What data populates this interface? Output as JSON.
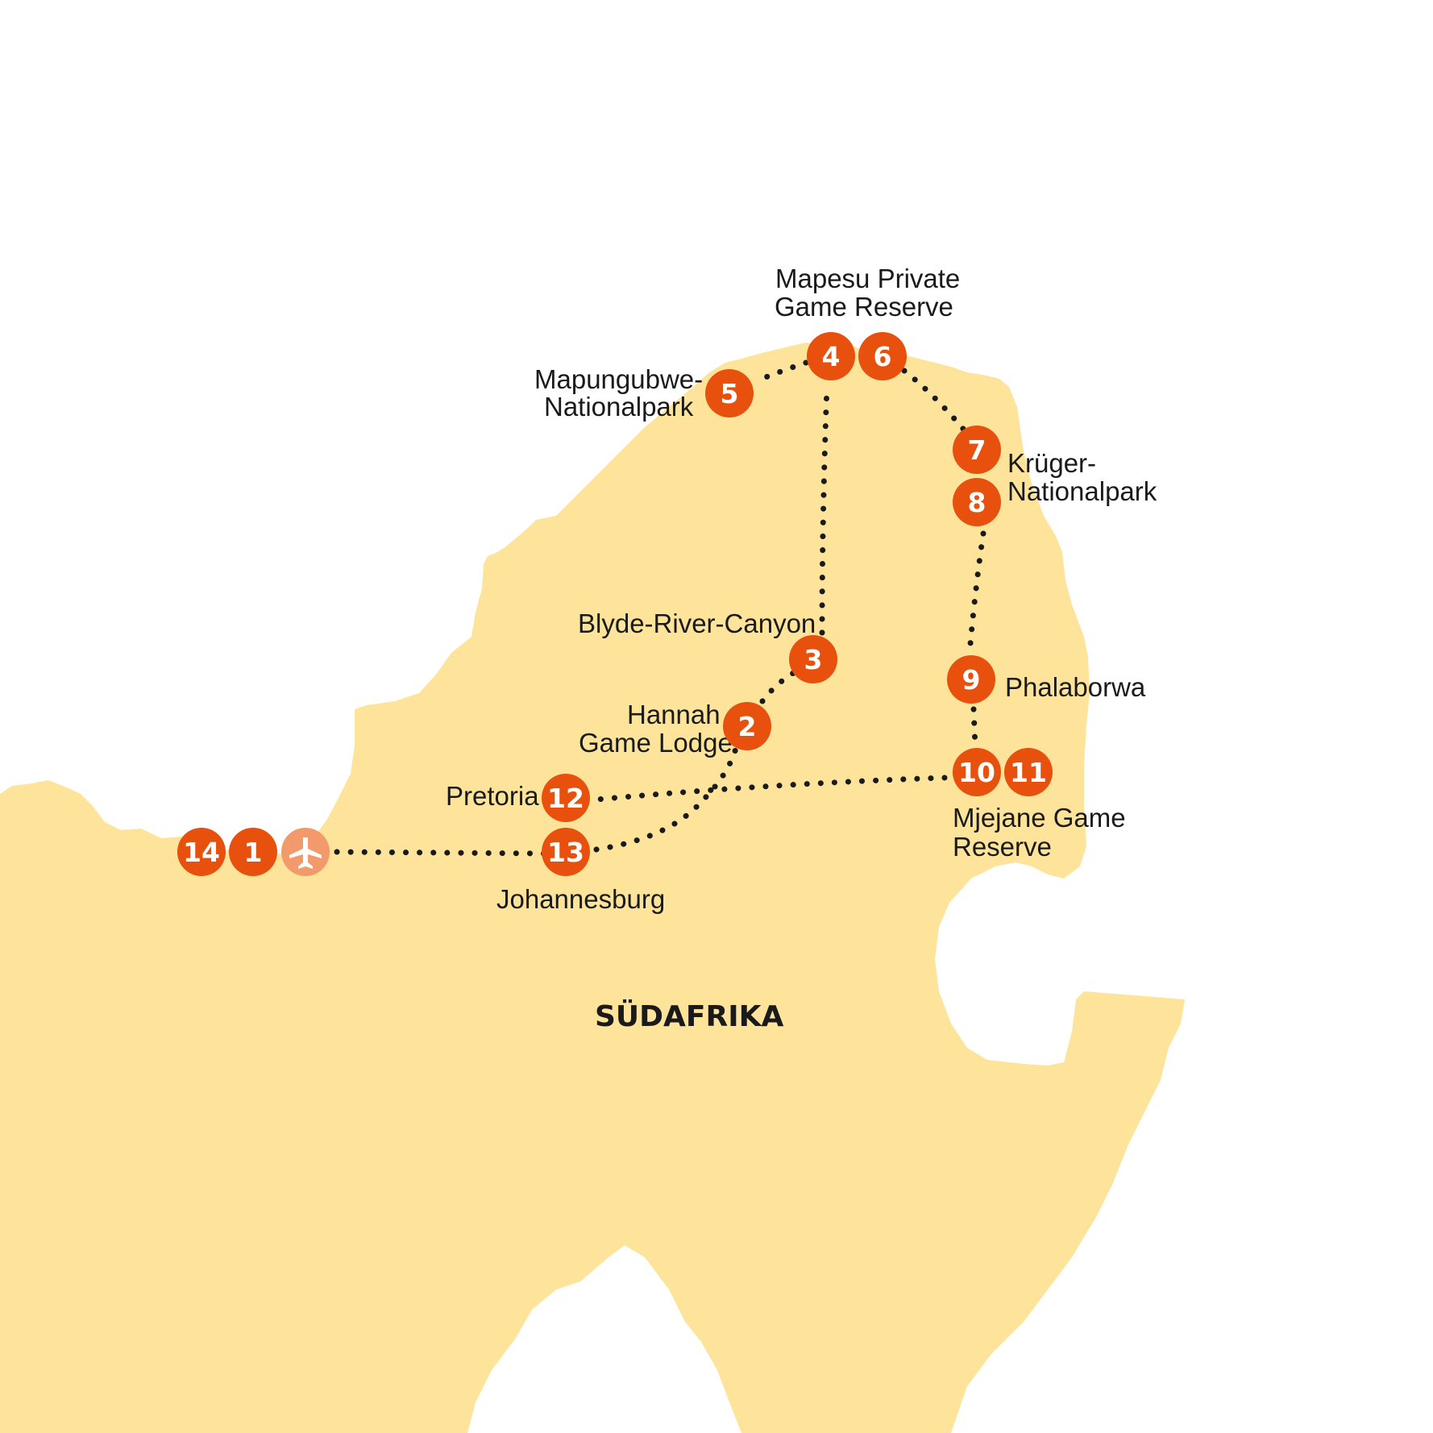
{
  "map": {
    "country_label": "SÜDAFRIKA",
    "colors": {
      "land": "#fde49a",
      "stop_marker": "#e8500e",
      "airport_marker": "#f39a6c",
      "route": "#1a1a1a",
      "label_text": "#1a1a1a"
    },
    "stops": [
      {
        "id": "stop-1",
        "number": "1"
      },
      {
        "id": "stop-2",
        "number": "2"
      },
      {
        "id": "stop-3",
        "number": "3"
      },
      {
        "id": "stop-4",
        "number": "4"
      },
      {
        "id": "stop-5",
        "number": "5"
      },
      {
        "id": "stop-6",
        "number": "6"
      },
      {
        "id": "stop-7",
        "number": "7"
      },
      {
        "id": "stop-8",
        "number": "8"
      },
      {
        "id": "stop-9",
        "number": "9"
      },
      {
        "id": "stop-10",
        "number": "10"
      },
      {
        "id": "stop-11",
        "number": "11"
      },
      {
        "id": "stop-12",
        "number": "12"
      },
      {
        "id": "stop-13",
        "number": "13"
      },
      {
        "id": "stop-14",
        "number": "14"
      }
    ],
    "places": {
      "mapesu": [
        "Mapesu Private",
        "Game Reserve"
      ],
      "mapungubwe": [
        "Mapungubwe-",
        "Nationalpark"
      ],
      "krueger": [
        "Krüger-",
        "Nationalpark"
      ],
      "blyde": "Blyde-River-Canyon",
      "hannah": [
        "Hannah",
        "Game Lodge"
      ],
      "phalaborwa": "Phalaborwa",
      "pretoria": "Pretoria",
      "mjejane": [
        "Mjejane Game",
        "Reserve"
      ],
      "johannesburg": "Johannesburg"
    },
    "icons": {
      "airport": "airplane-icon"
    }
  }
}
